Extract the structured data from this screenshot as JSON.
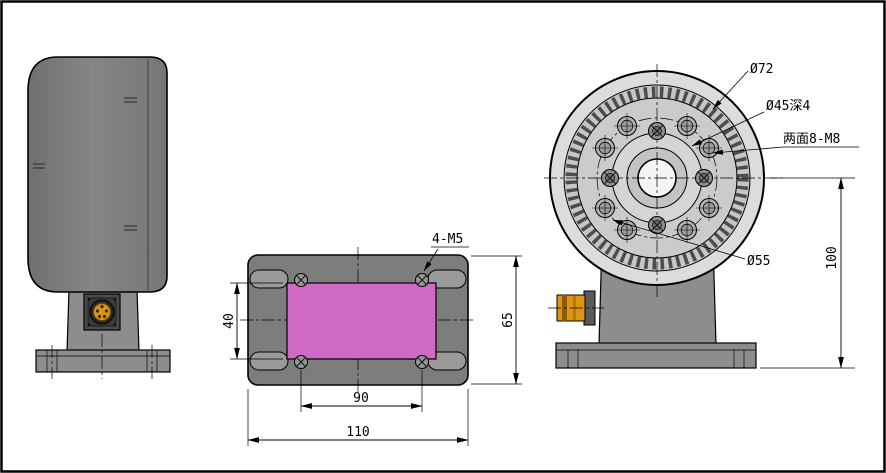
{
  "top_view": {
    "label_corner_holes": "4-M5",
    "dim_40": "40",
    "dim_65": "65",
    "dim_90": "90",
    "dim_110": "110"
  },
  "front_view": {
    "label_dia_72": "Ø72",
    "label_dia_45_depth_4": "Ø45深4",
    "label_both_faces_8_m8": "两面8-M8",
    "label_dia_55": "Ø55",
    "dim_100": "100"
  },
  "colors": {
    "body_gray": "#7d7d7d",
    "mount_gray": "#8d8d8d",
    "rim_light_gray": "#dcdcdc",
    "face_gray": "#cbcbcb",
    "label_plate_magenta": "#cf6ac5",
    "connector_orange": "#dd9512",
    "line_black": "#000000",
    "background": "#ffffff"
  }
}
